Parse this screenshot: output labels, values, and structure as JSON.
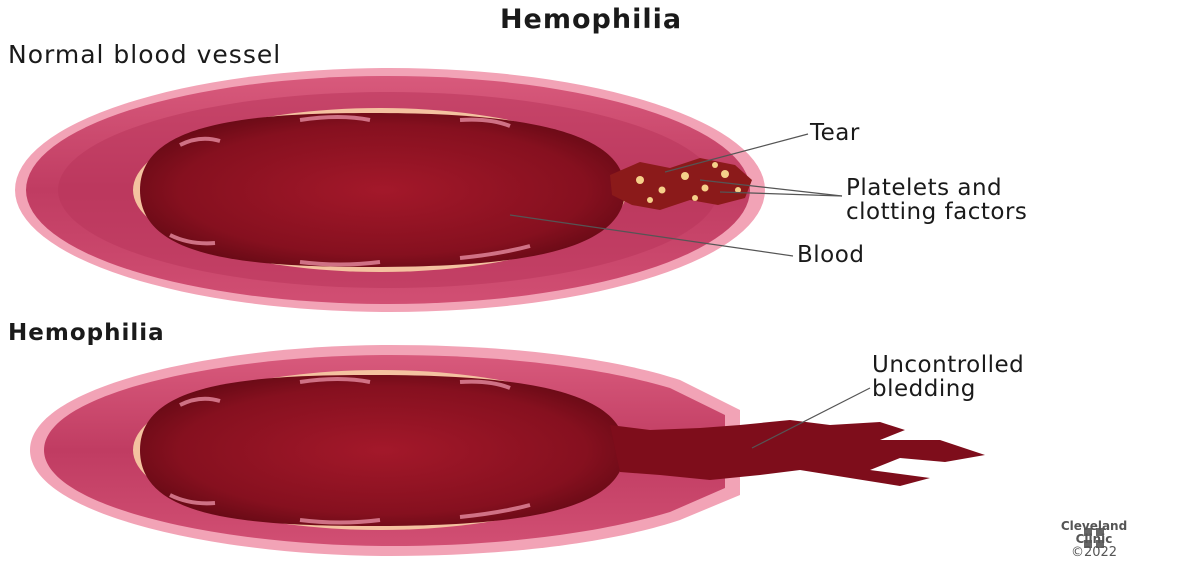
{
  "diagram": {
    "title": "Hemophilia",
    "panels": [
      {
        "heading": "Normal blood vessel",
        "callouts": {
          "tear": "Tear",
          "platelets_line1": "Platelets and",
          "platelets_line2": "clotting factors",
          "blood": "Blood"
        }
      },
      {
        "heading": "Hemophilia",
        "callouts": {
          "bleeding_line1": "Uncontrolled",
          "bleeding_line2": "bledding"
        }
      }
    ],
    "logo": {
      "line1": "Cleveland",
      "line2": "Clinic",
      "copyright": "©2022"
    }
  },
  "colors": {
    "vessel_outer": "#e27a92",
    "vessel_wall": "#c9446a",
    "inner_lining": "#f0b896",
    "blood": "#8a0f1e",
    "label_text": "#1a1a1a"
  }
}
